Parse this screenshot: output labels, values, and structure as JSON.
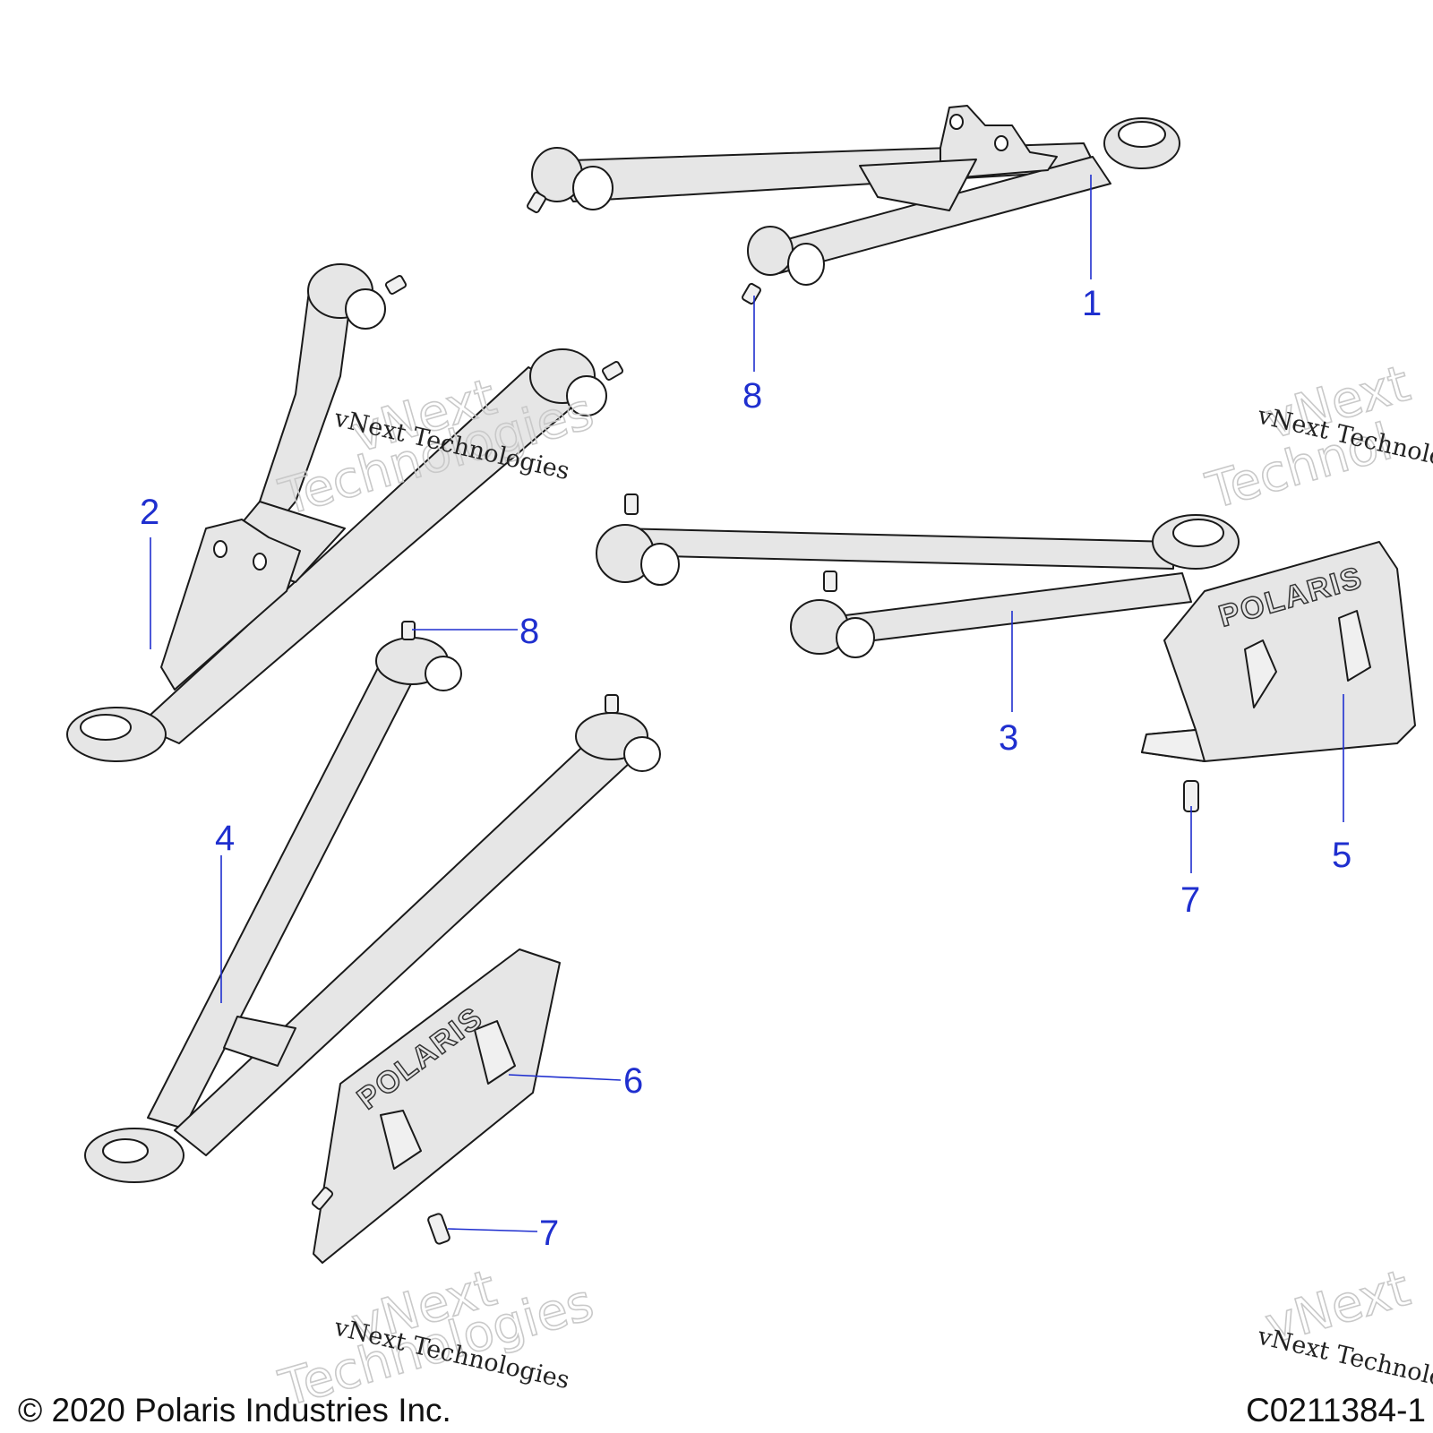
{
  "diagram": {
    "callouts": [
      {
        "id": "callout-1",
        "label": "1"
      },
      {
        "id": "callout-8-top",
        "label": "8"
      },
      {
        "id": "callout-2",
        "label": "2"
      },
      {
        "id": "callout-8-mid",
        "label": "8"
      },
      {
        "id": "callout-3",
        "label": "3"
      },
      {
        "id": "callout-4",
        "label": "4"
      },
      {
        "id": "callout-5",
        "label": "5"
      },
      {
        "id": "callout-7-right",
        "label": "7"
      },
      {
        "id": "callout-6",
        "label": "6"
      },
      {
        "id": "callout-7-bottom",
        "label": "7"
      }
    ],
    "logo_text": "POLARIS",
    "watermark": {
      "serif": "vNext Technologies",
      "outline_line1": "vNext",
      "outline_line2": "Technologies",
      "outline_line2_cropped": "Technol"
    },
    "colors": {
      "callout": "#1f2fcf",
      "part_fill": "#e6e6e6"
    }
  },
  "footer": {
    "copyright": "© 2020 Polaris Industries Inc.",
    "figure_id": "C0211384-1"
  }
}
